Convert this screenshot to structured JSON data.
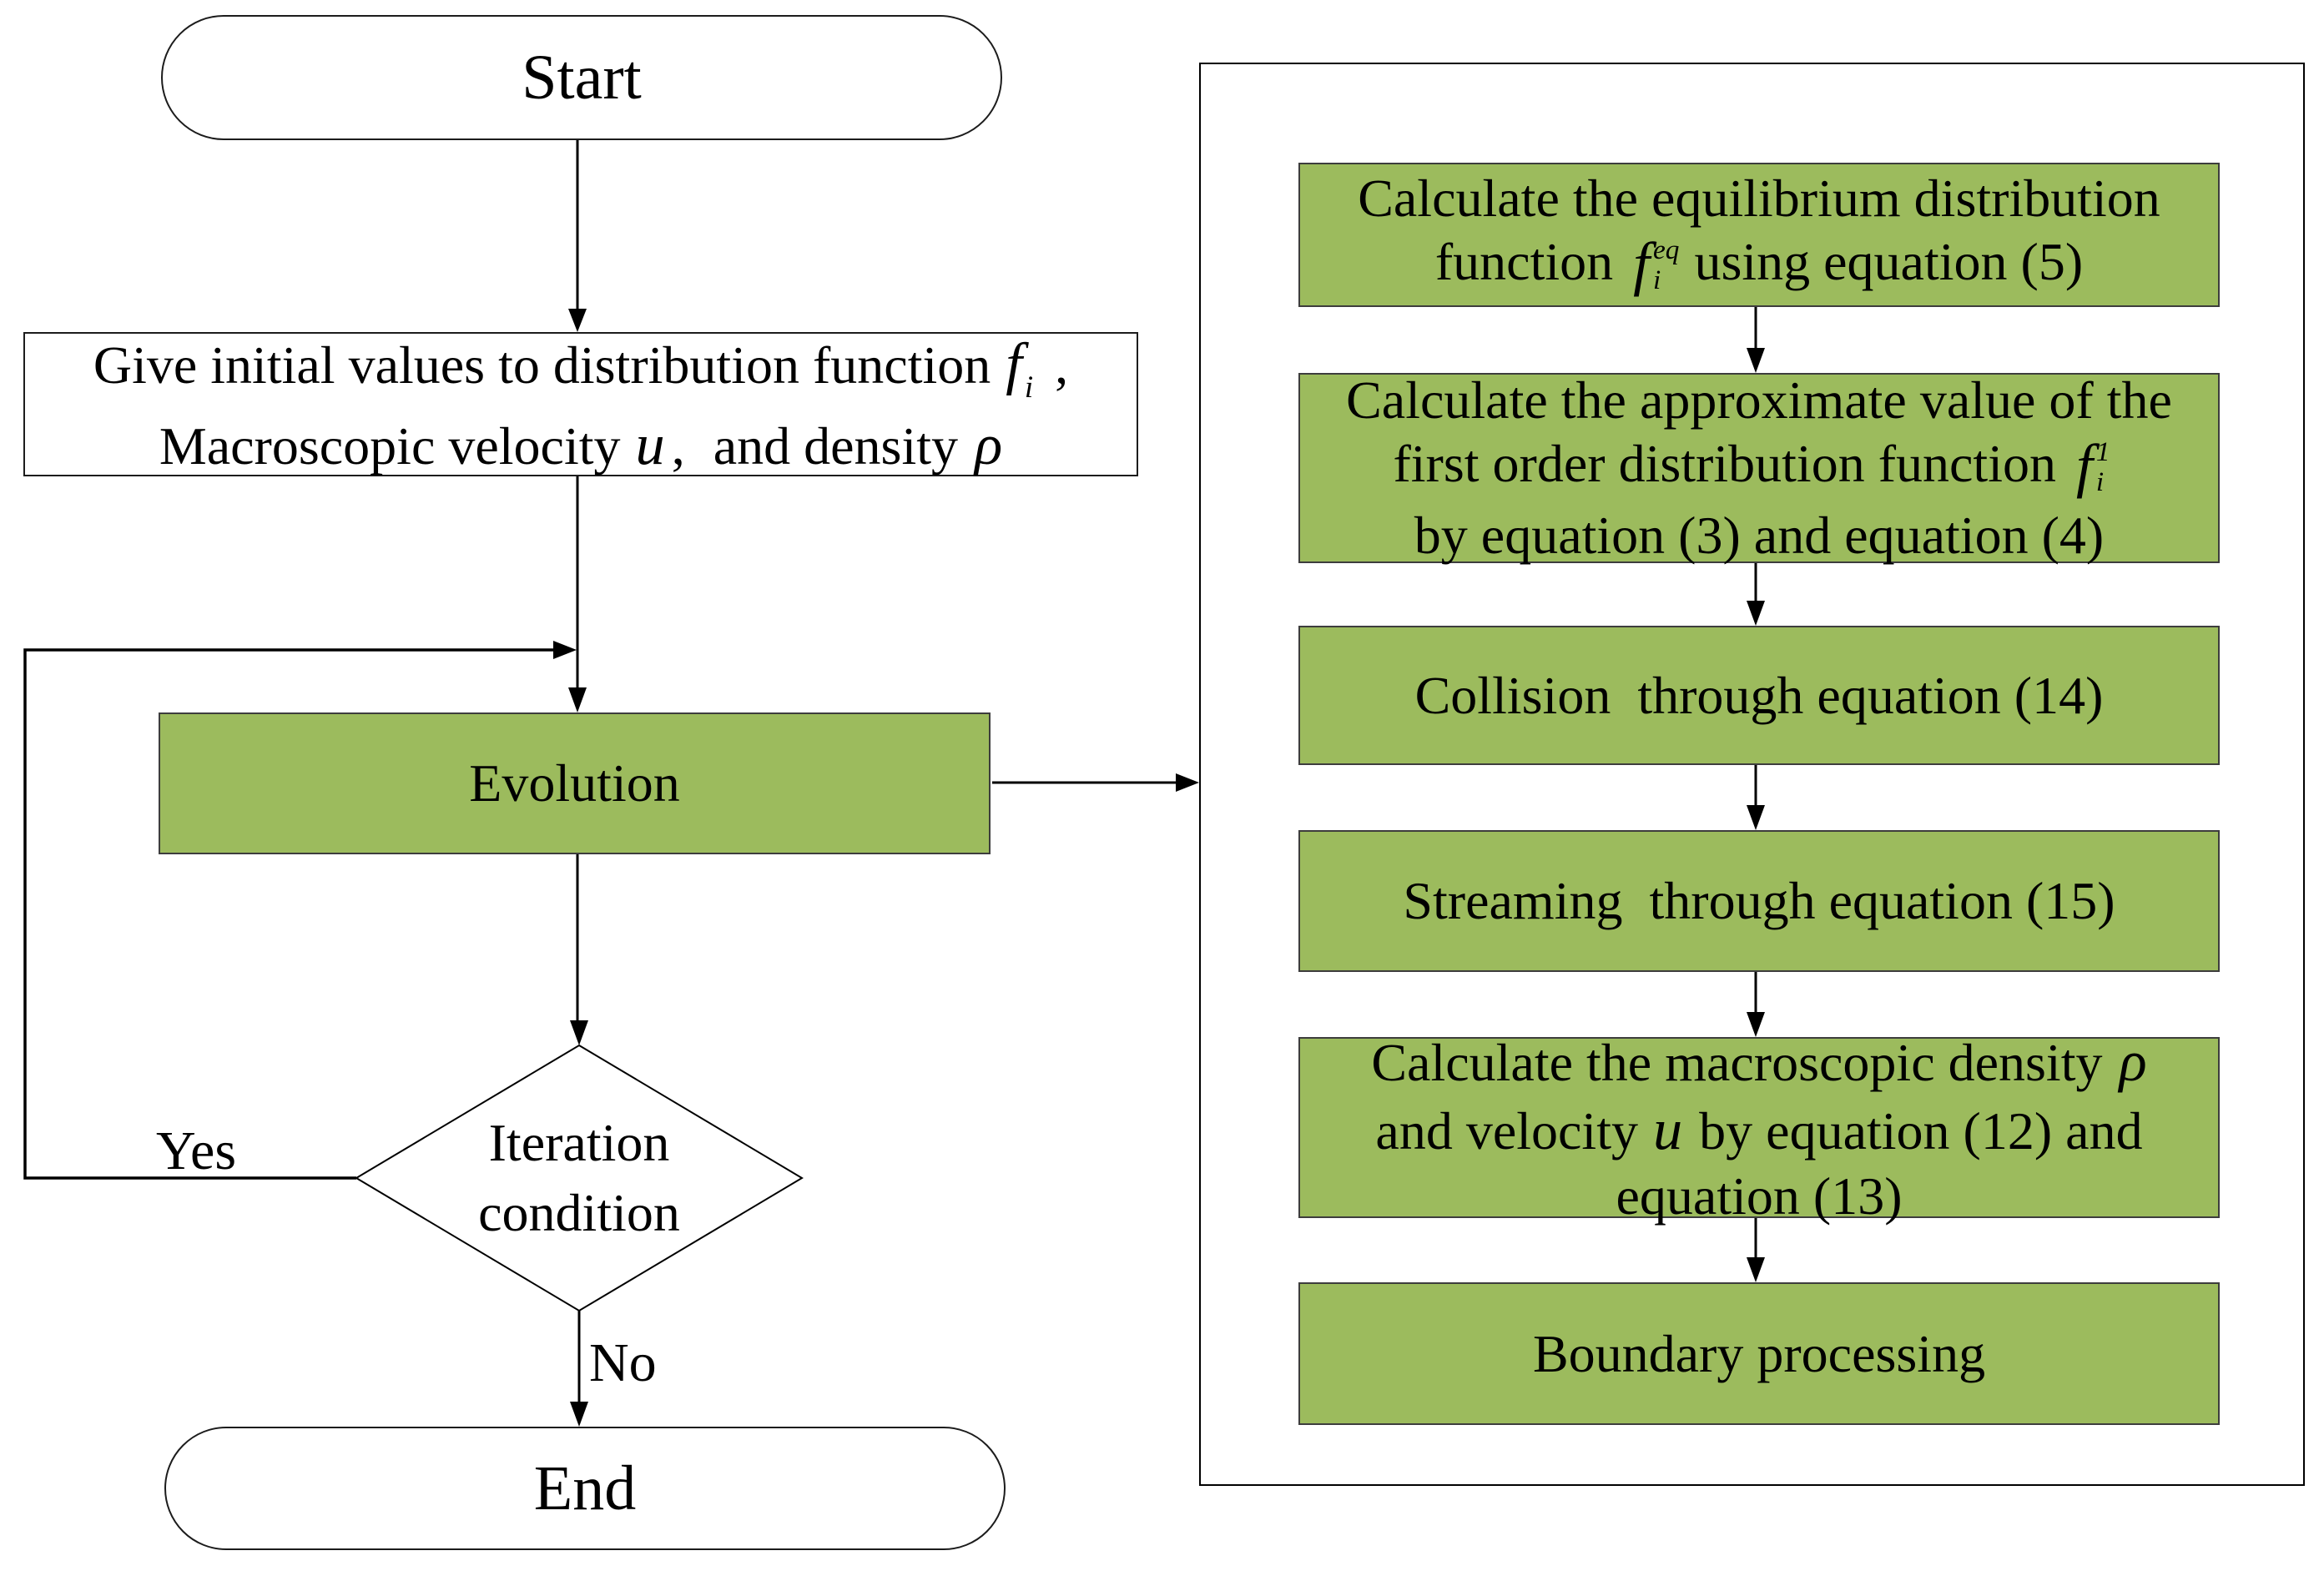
{
  "colors": {
    "process_green": "#9CBB5D",
    "green_border": "#3d3d3d",
    "outline_black": "#1c1c1c",
    "connector": "#000000"
  },
  "left_column": {
    "start_label": "Start",
    "init_box": {
      "line1_text": "Give initial values to distribution function",
      "f_symbol": "f",
      "f_subscript": "i",
      "line1_comma": ",",
      "line2_text": "Macroscopic velocity",
      "u_symbol": "u",
      "line2_comma": ",",
      "line2_rest": "and density",
      "rho_symbol": "ρ"
    },
    "evolution_label": "Evolution",
    "decision_diamond": {
      "line1": "Iteration",
      "line2": "condition"
    },
    "yes_label": "Yes",
    "no_label": "No",
    "end_label": "End"
  },
  "right_panel": {
    "steps": {
      "equilibrium": {
        "line1": "Calculate the equilibrium distribution",
        "line2_pre": "function",
        "f_symbol": "f",
        "f_sup": "eq",
        "f_sub": "i",
        "line2_post": "using equation (5)"
      },
      "first_order": {
        "line1": "Calculate the approximate value of the",
        "line2_pre": "first order distribution function",
        "f_symbol": "f",
        "f_sup": "1",
        "f_sub": "i",
        "line3": "by equation (3) and equation (4)"
      },
      "collision": {
        "line1": "Collision  through equation (14)"
      },
      "streaming": {
        "line1": "Streaming  through equation (15)"
      },
      "macroscopic": {
        "line1_pre": "Calculate the macroscopic density",
        "rho_symbol": "ρ",
        "line2_pre": "and velocity",
        "u_symbol": "u",
        "line2_post": "by equation (12) and",
        "line3": "equation (13)"
      },
      "boundary": {
        "line1": "Boundary processing"
      }
    }
  }
}
